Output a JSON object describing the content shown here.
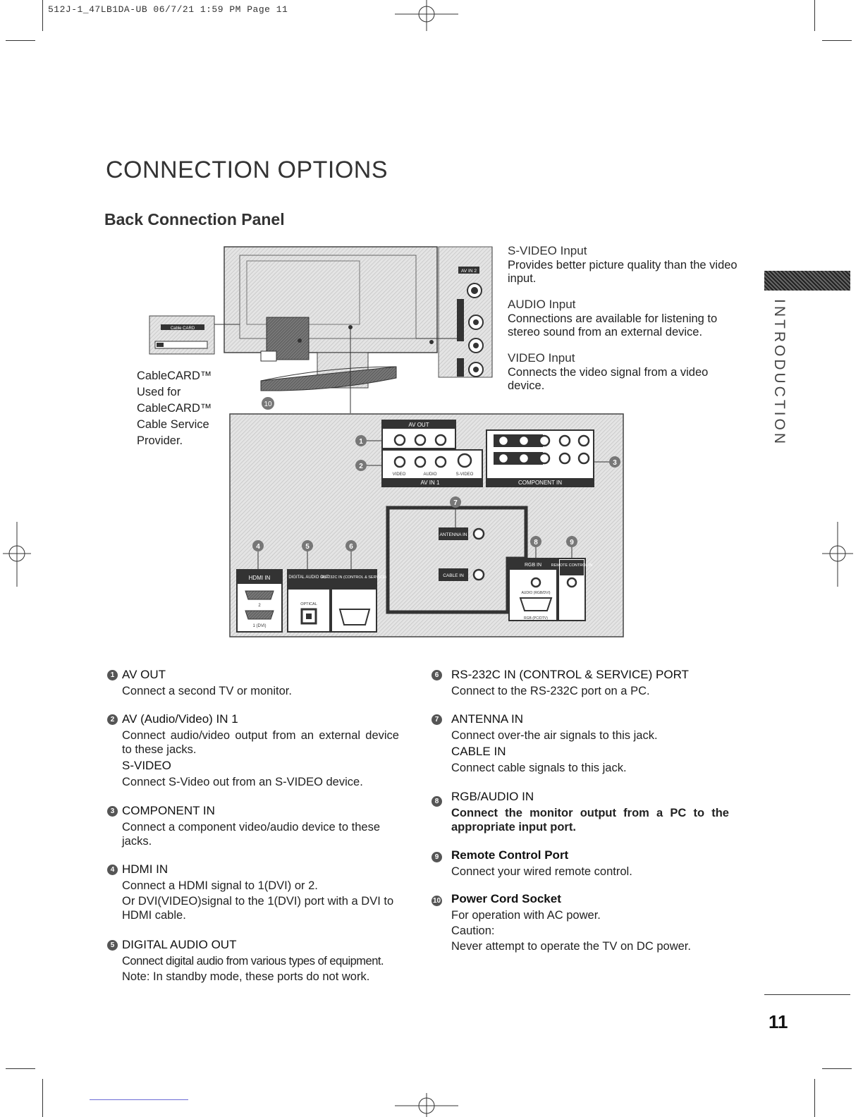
{
  "print_header": "512J-1_47LB1DA-UB   06/7/21  1:59 PM   Page 11",
  "title": "CONNECTION OPTIONS",
  "subtitle": "Back Connection Panel",
  "side_tab": "INTRODUCTION",
  "cablecard": [
    "CableCARD™",
    "Used for",
    "CableCARD™",
    "Cable Service",
    "Provider."
  ],
  "inputs": {
    "svideo_title": "S-VIDEO Input",
    "svideo_desc": "Provides better picture quality than the video input.",
    "audio_title": "AUDIO Input",
    "audio_desc": "Connections are available for listening to stereo sound from an external device.",
    "video_title": "VIDEO Input",
    "video_desc": "Connects the video signal from a video device."
  },
  "diagram_labels": {
    "av_out": "AV OUT",
    "av_in2": "AV IN 2",
    "av_in1": "AV IN 1",
    "video": "VIDEO",
    "audio": "AUDIO",
    "svideo": "S-VIDEO",
    "component_in": "COMPONENT IN",
    "antenna_in": "ANTENNA IN",
    "cable_in": "CABLE IN",
    "rgb_in": "RGB IN",
    "remote_control_in": "REMOTE CONTROL IN",
    "audio_rgb_dvi": "AUDIO (RGB/DVI)",
    "rgb_pc_dtv": "RGB (PC/DTV)",
    "hdmi_in": "HDMI IN",
    "hdmi_2": "2",
    "hdmi_1": "1 (DVI)",
    "digital_audio_out": "DIGITAL AUDIO OUT",
    "optical": "OPTICAL",
    "rs232c_in": "RS-232C IN (CONTROL & SERVICE)",
    "cable_card_slot": "Cable CARD"
  },
  "items_left": [
    {
      "num": "1",
      "title": "AV OUT",
      "lines": [
        "Connect a second TV or monitor."
      ]
    },
    {
      "num": "2",
      "title": "AV (Audio/Video) IN 1",
      "lines": [
        "Connect audio/video output from an external device to these jacks."
      ],
      "sub_title": "S-VIDEO",
      "sub_lines": [
        "Connect S-Video out from an S-VIDEO device."
      ]
    },
    {
      "num": "3",
      "title": "COMPONENT IN",
      "lines": [
        "Connect a component video/audio device to these jacks."
      ]
    },
    {
      "num": "4",
      "title": "HDMI IN",
      "lines": [
        "Connect a HDMI signal to 1(DVI) or 2.",
        "Or DVI(VIDEO)signal to the 1(DVI) port with a DVI to HDMI cable."
      ]
    },
    {
      "num": "5",
      "title": "DIGITAL AUDIO OUT",
      "lines": [
        "Connect digital audio from various types of equipment.",
        "Note: In standby mode, these ports do not work."
      ]
    }
  ],
  "items_right": [
    {
      "num": "6",
      "title": "RS-232C IN (CONTROL & SERVICE) PORT",
      "lines": [
        "Connect to the RS-232C port on a PC."
      ]
    },
    {
      "num": "7",
      "title": "ANTENNA IN",
      "lines": [
        "Connect over-the air signals to this jack."
      ],
      "sub_title": "CABLE IN",
      "sub_lines": [
        "Connect cable signals to this jack."
      ]
    },
    {
      "num": "8",
      "title": "RGB/AUDIO IN",
      "lines": [
        "Connect the monitor output from a PC to the appropriate input port."
      ]
    },
    {
      "num": "9",
      "title": "Remote Control Port",
      "lines": [
        "Connect your wired remote control."
      ]
    },
    {
      "num": "10",
      "title": "Power Cord Socket",
      "lines": [
        "For operation with AC power.",
        "Caution:",
        "Never attempt to operate the TV on DC power."
      ]
    }
  ],
  "page_number": "11"
}
